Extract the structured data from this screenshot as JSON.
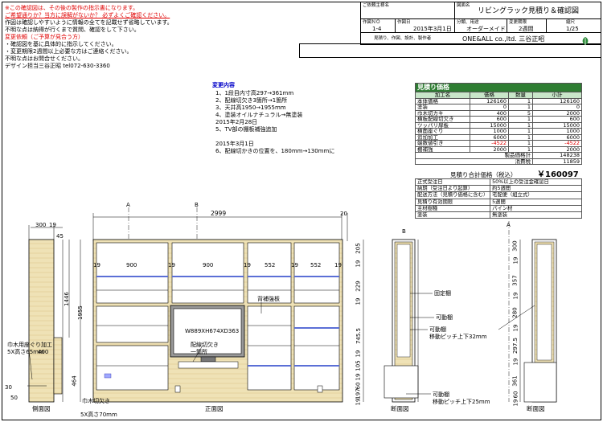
{
  "notes": {
    "red_lines": [
      "※この確認図は、その後の製作の指示書になります。",
      "ご希望通りか？当方に誤解がないか？ 必ずよくご確認ください。"
    ],
    "lines": [
      "作図は確認しやすいように情報の全てを記載せず省略しています。",
      "不明な点は納得が行くまで質問、確認をして下さい。"
    ],
    "change_title": "変更依頼（ご予算が見合う方）",
    "change_lines": [
      "・確認図を基に具体的に指示してください。",
      "・変更期限2週間以上必要な方はご連絡ください。",
      "不明な点はお問合せください。",
      "デザイン担当三谷正昭  tel072-630-3360"
    ]
  },
  "title_block": {
    "customer_label": "ご依頼主様名",
    "drawing_label": "図面名",
    "drawing_name": "リビングラック見積り＆確認図",
    "drawing_no_label": "作図ＮＯ",
    "drawing_no": "1-4",
    "date_label": "作図日",
    "date": "2015年3月1日",
    "category_label": "分類、用途",
    "category": "オーダーメイド",
    "delivery_label": "変更期限",
    "delivery": "2週間",
    "scale_label": "縮尺",
    "scale": "1/25",
    "maker_label": "見積り、作図、設計、製作者",
    "maker": "ONE&ALL co.,ltd. 三谷正昭"
  },
  "changes": {
    "title": "変更内容",
    "lines": [
      "1、1段目内寸高297→361mm",
      "2、配線切欠き3箇所→1箇所",
      "3、天井高1950→1955mm",
      "4、塗装オイルナチュラル→無塗装",
      "2015年2月28日",
      "5、TV部の棚板補強追加",
      "",
      "2015年3月1日",
      "6、配線切かきの位置を、180mm→130mmに"
    ]
  },
  "estimate": {
    "title": "見積り価格",
    "headers": [
      "加工名",
      "価格",
      "数量",
      "小計"
    ],
    "rows": [
      [
        "本体価格",
        "126160",
        "1",
        "126160"
      ],
      [
        "塗装",
        "0",
        "1",
        "0"
      ],
      [
        "巾木切カキ",
        "400",
        "5",
        "2000"
      ],
      [
        "横板配線切欠き",
        "600",
        "1",
        "600"
      ],
      [
        "ツッパリ扉板",
        "15000",
        "1",
        "15000"
      ],
      [
        "横面座ぐり",
        "1000",
        "1",
        "1000"
      ],
      [
        "追加加工",
        "6000",
        "1",
        "6000"
      ],
      [
        "端数値引き",
        "-4522",
        "1",
        "-4522"
      ],
      [
        "棚補強",
        "2000",
        "1",
        "2000"
      ]
    ],
    "subtotal_label": "製品価格計",
    "subtotal": "148238",
    "tax_label": "消費税",
    "tax": "11859",
    "total_label": "見積り合計価格（税込）",
    "total": "￥160097",
    "info": [
      [
        "正式受注日",
        "50%以上の受注金確認日"
      ],
      [
        "納期（受注日より起算）",
        "約5週間"
      ],
      [
        "配送方法（見積り価格に含む）",
        "宅配便（組立式）"
      ],
      [
        "見積り有効期限",
        "5週間"
      ],
      [
        "主材樹種",
        "パイン材"
      ],
      [
        "塗装",
        "無塗装"
      ]
    ]
  },
  "drawing": {
    "axis_a": "A",
    "axis_b": "B",
    "total_width": "2999",
    "dim_20": "20",
    "dim_300": "300",
    "dim_19": "19",
    "widths": [
      "19",
      "900",
      "19",
      "900",
      "19",
      "552",
      "19",
      "552",
      "19"
    ],
    "height_1955": "1955",
    "height_1446": "1446",
    "height_464": "464",
    "height_45": "45",
    "height_30": "30",
    "height_50": "50",
    "tv_label": "W889XH674XD363",
    "back_label": "背補強板",
    "wire_label_1": "配線切欠き",
    "wire_label_2": "一箇所",
    "kick_label_1": "巾木用座ぐり加工",
    "kick_label_2": "5X高さ65mm",
    "kick_dim": "400",
    "kick_cut_1": "巾木切欠き",
    "kick_cut_2": "5X高さ70mm",
    "side_view": "側面図",
    "front_view": "正面図",
    "section_view": "断面図",
    "fixed_shelf": "固定棚",
    "movable_shelf": "可動棚",
    "movable_pitch_1a": "可動棚",
    "movable_pitch_1b": "移動ピッチ上下32mm",
    "movable_pitch_2a": "可動棚",
    "movable_pitch_2b": "移動ピッチ上下25mm",
    "sec_dims": [
      "205",
      "19",
      "229",
      "19",
      "745.5",
      "19",
      "105",
      "19",
      "60",
      "197",
      "19"
    ],
    "right_dims": [
      "300",
      "19",
      "357",
      "19",
      "280",
      "19",
      "297.5",
      "19",
      "361",
      "60",
      "19"
    ]
  }
}
